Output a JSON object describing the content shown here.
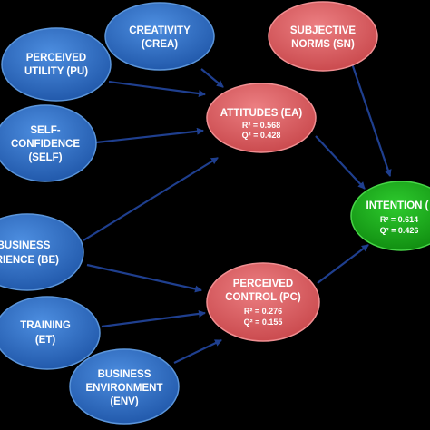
{
  "colors": {
    "background": "#000000",
    "blue_node": "#2f6cc0",
    "red_node": "#d9575b",
    "green_node": "#14a014",
    "arrow": "#1f3f8f"
  },
  "nodes": {
    "creativity": {
      "line1": "CREATIVITY",
      "line2": "(CREA)"
    },
    "perceived_utility": {
      "line1": "PERCEIVED",
      "line2": "UTILITY (PU)"
    },
    "self_confidence": {
      "line1": "SELF-",
      "line2": "CONFIDENCE",
      "line3": "(SELF)"
    },
    "business_experience": {
      "line1": "BUSINESS",
      "line2": "ERIENCE (BE)"
    },
    "training": {
      "line1": "TRAINING",
      "line2": "(ET)"
    },
    "business_environment": {
      "line1": "BUSINESS",
      "line2": "ENVIRONMENT",
      "line3": "(ENV)"
    },
    "subjective_norms": {
      "line1": "SUBJECTIVE",
      "line2": "NORMS (SN)"
    },
    "attitudes": {
      "title": "ATTITUDES (EA)",
      "r2": "R² = 0.568",
      "q2": "Q² = 0.428"
    },
    "perceived_control": {
      "line1": "PERCEIVED",
      "line2": "CONTROL (PC)",
      "r2": "R² = 0.276",
      "q2": "Q² = 0.155"
    },
    "intention": {
      "title": "INTENTION (",
      "r2": "R² = 0.614",
      "q2": "Q² = 0.426"
    }
  }
}
